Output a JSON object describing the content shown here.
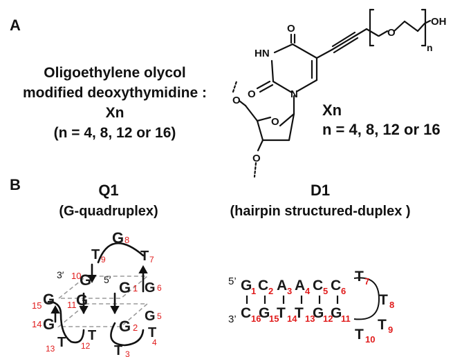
{
  "panel_a": {
    "label": "A",
    "desc_line1": "Oligoethylene olycol",
    "desc_line2": "modified deoxythymidine :",
    "desc_line3": "Xn",
    "desc_line4": "(n = 4, 8, 12 or 16)",
    "struct_name": "Xn",
    "struct_n": "n = 4, 8, 12 or 16",
    "atom_O_top": "O",
    "atom_HN": "HN",
    "atom_O_left": "O",
    "atom_N": "N",
    "atom_O_ring": "O",
    "atom_O_5p": "O",
    "atom_O_3p": "O",
    "atom_O_peg": "O",
    "atom_OH": "OH",
    "repeat_n": "n"
  },
  "panel_b": {
    "label": "B",
    "q1": {
      "title": "Q1",
      "subtitle": "(G-quadruplex)",
      "end5": "5′",
      "end3": "3′",
      "residues": [
        {
          "base": "G",
          "num": "1"
        },
        {
          "base": "G",
          "num": "2"
        },
        {
          "base": "T",
          "num": "3"
        },
        {
          "base": "T",
          "num": "4"
        },
        {
          "base": "G",
          "num": "5"
        },
        {
          "base": "G",
          "num": "6"
        },
        {
          "base": "T",
          "num": "7"
        },
        {
          "base": "G",
          "num": "8"
        },
        {
          "base": "T",
          "num": "9"
        },
        {
          "base": "G",
          "num": "10"
        },
        {
          "base": "G",
          "num": "11"
        },
        {
          "base": "T",
          "num": "12"
        },
        {
          "base": "T",
          "num": "13"
        },
        {
          "base": "G",
          "num": "14"
        },
        {
          "base": "G",
          "num": "15"
        }
      ]
    },
    "d1": {
      "title": "D1",
      "subtitle": "(hairpin structured-duplex )",
      "end5": "5’",
      "end3": "3’",
      "top": [
        {
          "base": "G",
          "num": "1"
        },
        {
          "base": "C",
          "num": "2"
        },
        {
          "base": "A",
          "num": "3"
        },
        {
          "base": "A",
          "num": "4"
        },
        {
          "base": "C",
          "num": "5"
        },
        {
          "base": "C",
          "num": "6"
        }
      ],
      "loop": [
        {
          "base": "T",
          "num": "7"
        },
        {
          "base": "T",
          "num": "8"
        },
        {
          "base": "T",
          "num": "9"
        },
        {
          "base": "T",
          "num": "10"
        }
      ],
      "bottom": [
        {
          "base": "C",
          "num": "16"
        },
        {
          "base": "G",
          "num": "15"
        },
        {
          "base": "T",
          "num": "14"
        },
        {
          "base": "T",
          "num": "13"
        },
        {
          "base": "G",
          "num": "12"
        },
        {
          "base": "G",
          "num": "11"
        }
      ]
    }
  },
  "colors": {
    "numbers": "#e01b1b",
    "text": "#111111",
    "dashed": "#9a9a9a"
  }
}
